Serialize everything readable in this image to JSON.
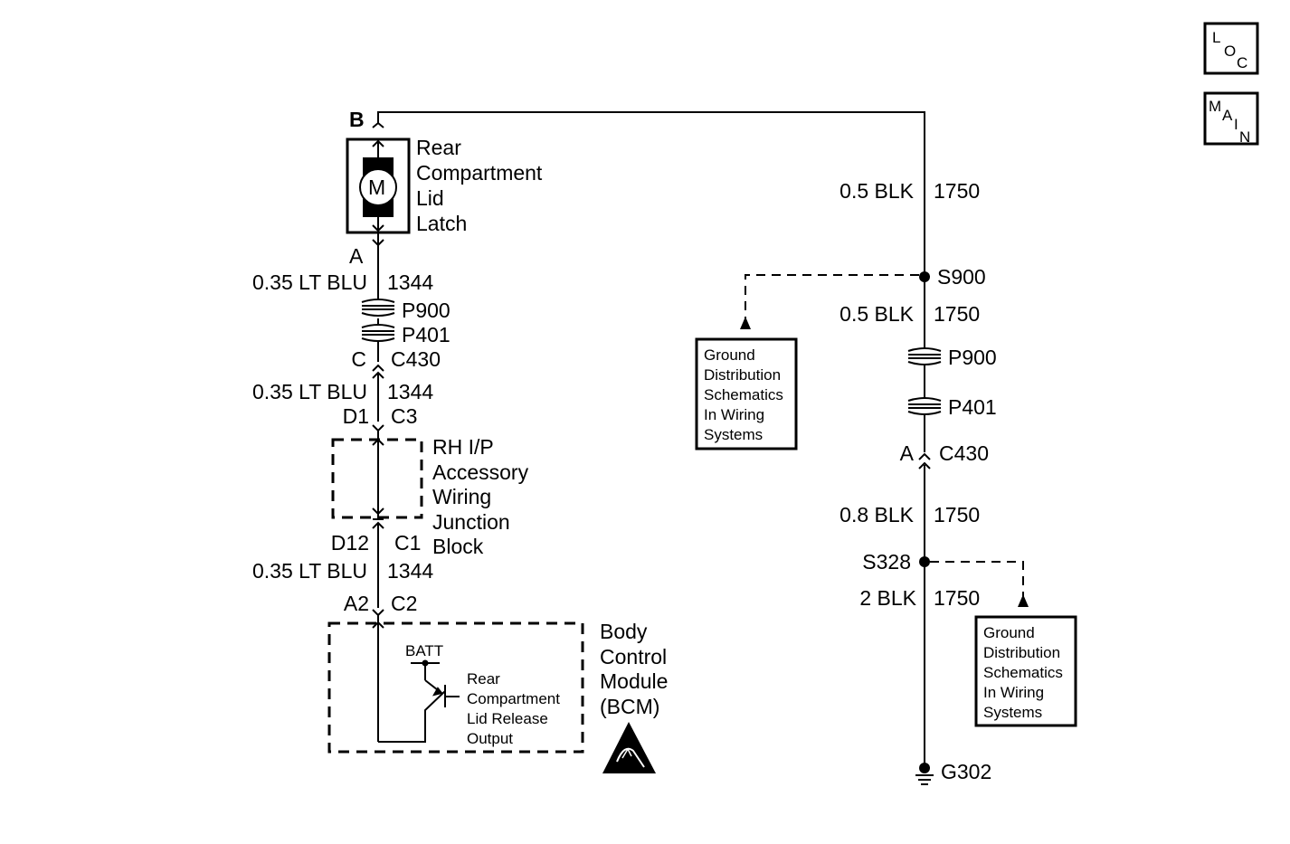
{
  "nav": {
    "loc": {
      "l1": "L",
      "l2": "O",
      "l3": "C"
    },
    "main": {
      "l1": "M",
      "l2": "A",
      "l3": "I",
      "l4": "N"
    }
  },
  "latch": {
    "pin_top": "B",
    "motor": "M",
    "name": [
      "Rear",
      "Compartment",
      "Lid",
      "Latch"
    ],
    "pin_bottom": "A"
  },
  "left_circuit": {
    "wire1": {
      "gauge": "0.35 LT BLU",
      "circuit": "1344"
    },
    "p900": "P900",
    "p401": "P401",
    "c430_pin": "C",
    "c430": "C430",
    "wire2": {
      "gauge": "0.35 LT BLU",
      "circuit": "1344"
    },
    "d1": "D1",
    "c3": "C3",
    "junction_block": [
      "RH I/P",
      "Accessory",
      "Wiring",
      "Junction",
      "Block"
    ],
    "d12": "D12",
    "c1": "C1",
    "wire3": {
      "gauge": "0.35 LT BLU",
      "circuit": "1344"
    },
    "a2": "A2",
    "c2": "C2"
  },
  "bcm": {
    "name": [
      "Body",
      "Control",
      "Module",
      "(BCM)"
    ],
    "batt": "BATT",
    "output": [
      "Rear",
      "Compartment",
      "Lid Release",
      "Output"
    ]
  },
  "right_circuit": {
    "wire1": {
      "gauge": "0.5 BLK",
      "circuit": "1750"
    },
    "s900": "S900",
    "wire2": {
      "gauge": "0.5 BLK",
      "circuit": "1750"
    },
    "p900": "P900",
    "p401": "P401",
    "c430_pin": "A",
    "c430": "C430",
    "wire3": {
      "gauge": "0.8 BLK",
      "circuit": "1750"
    },
    "s328": "S328",
    "wire4": {
      "gauge": "2 BLK",
      "circuit": "1750"
    },
    "ground": "G302"
  },
  "ground_ref_1": [
    "Ground",
    "Distribution",
    "Schematics",
    "In Wiring",
    "Systems"
  ],
  "ground_ref_2": [
    "Ground",
    "Distribution",
    "Schematics",
    "In Wiring",
    "Systems"
  ]
}
